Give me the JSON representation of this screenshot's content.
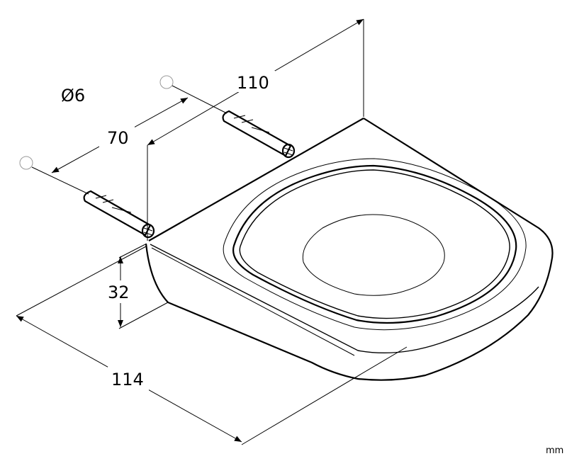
{
  "drawing": {
    "dimensions": {
      "hole_diameter": "Ø6",
      "dowel_spacing": "70",
      "depth": "110",
      "height": "32",
      "width": "114"
    },
    "units": "mm"
  },
  "colors": {
    "line": "#000000",
    "background": "#ffffff",
    "hole_marker": "#999999"
  }
}
